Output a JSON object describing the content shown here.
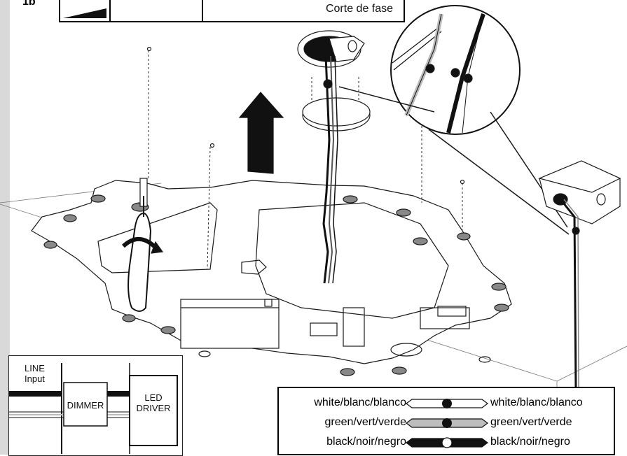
{
  "header": {
    "section_label": "1b",
    "dimming_type": "Corte de fase"
  },
  "wiring_diagram": {
    "line_input": "LINE\nInput",
    "dimmer": "DIMMER",
    "led_driver": "LED\nDRIVER"
  },
  "wire_legend": [
    {
      "left": "white/blanc/blanco",
      "right": "white/blanc/blanco",
      "color": "#ffffff"
    },
    {
      "left": "green/vert/verde",
      "right": "green/vert/verde",
      "color": "#bdbdbd"
    },
    {
      "left": "black/noir/negro",
      "right": "black/noir/negro",
      "color": "#111111"
    }
  ],
  "colors": {
    "line": "#1a1a1a",
    "sidebar": "#d9d9d9",
    "ceiling_fill": "#ffffff"
  }
}
